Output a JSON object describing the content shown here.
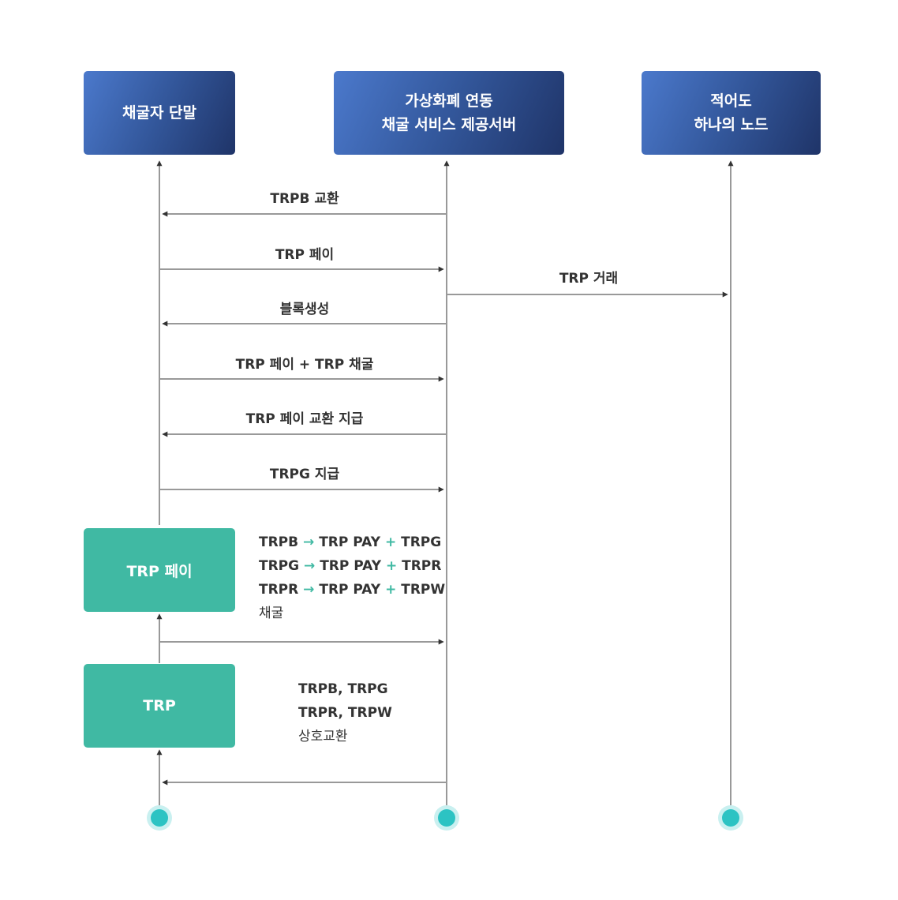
{
  "actors": [
    {
      "id": "miner",
      "lines": [
        "채굴자 단말"
      ]
    },
    {
      "id": "server",
      "lines": [
        "가상화폐 연동",
        "채굴 서비스 제공서버"
      ]
    },
    {
      "id": "node",
      "lines": [
        "적어도",
        "하나의 노드"
      ]
    }
  ],
  "messages": [
    {
      "label": "TRPB 교환",
      "from": "server",
      "to": "miner"
    },
    {
      "label": "TRP 페이",
      "from": "miner",
      "to": "server"
    },
    {
      "label": "TRP 거래",
      "from": "server",
      "to": "node"
    },
    {
      "label": "블록생성",
      "from": "server",
      "to": "miner"
    },
    {
      "label": "TRP 페이 + TRP 채굴",
      "from": "miner",
      "to": "server"
    },
    {
      "label": "TRP 페이 교환 지급",
      "from": "server",
      "to": "miner"
    },
    {
      "label": "TRPG 지급",
      "from": "miner",
      "to": "server"
    },
    {
      "label": "",
      "from": "miner",
      "to": "server"
    },
    {
      "label": "",
      "from": "server",
      "to": "miner"
    }
  ],
  "boxes": {
    "pay": "TRP 페이",
    "trp": "TRP"
  },
  "notes": {
    "pay": {
      "rows": [
        {
          "a": "TRPB",
          "arrow": "→",
          "b": "TRP PAY",
          "plus": "+",
          "c": "TRPG"
        },
        {
          "a": "TRPG",
          "arrow": "→",
          "b": "TRP PAY",
          "plus": "+",
          "c": "TRPR"
        },
        {
          "a": "TRPR",
          "arrow": "→",
          "b": "TRP PAY",
          "plus": "+",
          "c": "TRPW"
        }
      ],
      "tail": "채굴"
    },
    "trp": {
      "lines": [
        "TRPB, TRPG",
        "TRPR, TRPW"
      ],
      "tail": "상호교환"
    }
  },
  "colors": {
    "actor_gradient": [
      "#4b79cc",
      "#1f3468"
    ],
    "box_fill": "#40b9a3",
    "line": "#333333",
    "endpoint_outer": "#c9f0f0",
    "endpoint_inner": "#2cc3c3"
  }
}
